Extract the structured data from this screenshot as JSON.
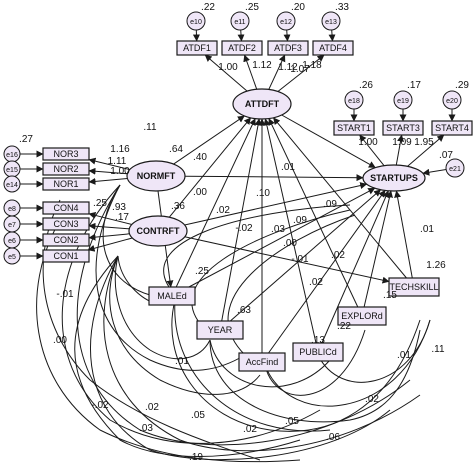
{
  "diagram": {
    "colors": {
      "node_fill": "#efe6f7",
      "stroke": "#1a1a1a",
      "text": "#111111",
      "background": "#ffffff"
    },
    "nodes": [
      {
        "id": "ATTDFT",
        "kind": "latent",
        "label": "ATTDFT"
      },
      {
        "id": "NORMFT",
        "kind": "latent",
        "label": "NORMFT"
      },
      {
        "id": "CONTRFT",
        "kind": "latent",
        "label": "CONTRFT"
      },
      {
        "id": "STARTUPS",
        "kind": "latent",
        "label": "STARTUPS"
      },
      {
        "id": "ATDF1",
        "kind": "observed",
        "label": "ATDF1"
      },
      {
        "id": "ATDF2",
        "kind": "observed",
        "label": "ATDF2"
      },
      {
        "id": "ATDF3",
        "kind": "observed",
        "label": "ATDF3"
      },
      {
        "id": "ATDF4",
        "kind": "observed",
        "label": "ATDF4"
      },
      {
        "id": "START1",
        "kind": "observed",
        "label": "START1"
      },
      {
        "id": "START3",
        "kind": "observed",
        "label": "START3"
      },
      {
        "id": "START4",
        "kind": "observed",
        "label": "START4"
      },
      {
        "id": "NOR3",
        "kind": "observed",
        "label": "NOR3"
      },
      {
        "id": "NOR2",
        "kind": "observed",
        "label": "NOR2"
      },
      {
        "id": "NOR1",
        "kind": "observed",
        "label": "NOR1"
      },
      {
        "id": "CON4",
        "kind": "observed",
        "label": "CON4"
      },
      {
        "id": "CON3",
        "kind": "observed",
        "label": "CON3"
      },
      {
        "id": "CON2",
        "kind": "observed",
        "label": "CON2"
      },
      {
        "id": "CON1",
        "kind": "observed",
        "label": "CON1"
      },
      {
        "id": "MALEd",
        "kind": "observed",
        "label": "MALEd"
      },
      {
        "id": "YEAR",
        "kind": "observed",
        "label": "YEAR"
      },
      {
        "id": "AccFind",
        "kind": "observed",
        "label": "AccFind"
      },
      {
        "id": "PUBLICd",
        "kind": "observed",
        "label": "PUBLICd"
      },
      {
        "id": "EXPLORd",
        "kind": "observed",
        "label": "EXPLORd"
      },
      {
        "id": "TECHSKILL",
        "kind": "observed",
        "label": "TECHSKILL"
      },
      {
        "id": "e10",
        "kind": "error",
        "label": "e10"
      },
      {
        "id": "e11",
        "kind": "error",
        "label": "e11"
      },
      {
        "id": "e12",
        "kind": "error",
        "label": "e12"
      },
      {
        "id": "e13",
        "kind": "error",
        "label": "e13"
      },
      {
        "id": "e18",
        "kind": "error",
        "label": "e18"
      },
      {
        "id": "e19",
        "kind": "error",
        "label": "e19"
      },
      {
        "id": "e20",
        "kind": "error",
        "label": "e20"
      },
      {
        "id": "e21",
        "kind": "error",
        "label": "e21"
      },
      {
        "id": "e16",
        "kind": "error",
        "label": "e16"
      },
      {
        "id": "e15",
        "kind": "error",
        "label": "e15"
      },
      {
        "id": "e14",
        "kind": "error",
        "label": "e14"
      },
      {
        "id": "e8",
        "kind": "error",
        "label": "e8"
      },
      {
        "id": "e7",
        "kind": "error",
        "label": "e7"
      },
      {
        "id": "e6",
        "kind": "error",
        "label": "e6"
      },
      {
        "id": "e5",
        "kind": "error",
        "label": "e5"
      }
    ],
    "paths": [
      {
        "from": "e10",
        "to": "ATDF1"
      },
      {
        "from": "e11",
        "to": "ATDF2"
      },
      {
        "from": "e12",
        "to": "ATDF3"
      },
      {
        "from": "e13",
        "to": "ATDF4"
      },
      {
        "from": "ATTDFT",
        "to": "ATDF1"
      },
      {
        "from": "ATTDFT",
        "to": "ATDF2"
      },
      {
        "from": "ATTDFT",
        "to": "ATDF3"
      },
      {
        "from": "ATTDFT",
        "to": "ATDF4"
      },
      {
        "from": "e18",
        "to": "START1"
      },
      {
        "from": "e19",
        "to": "START3"
      },
      {
        "from": "e20",
        "to": "START4"
      },
      {
        "from": "STARTUPS",
        "to": "START1"
      },
      {
        "from": "STARTUPS",
        "to": "START3"
      },
      {
        "from": "STARTUPS",
        "to": "START4"
      },
      {
        "from": "e21",
        "to": "STARTUPS"
      },
      {
        "from": "e16",
        "to": "NOR3"
      },
      {
        "from": "e15",
        "to": "NOR2"
      },
      {
        "from": "e14",
        "to": "NOR1"
      },
      {
        "from": "NORMFT",
        "to": "NOR3"
      },
      {
        "from": "NORMFT",
        "to": "NOR2"
      },
      {
        "from": "NORMFT",
        "to": "NOR1"
      },
      {
        "from": "e8",
        "to": "CON4"
      },
      {
        "from": "e7",
        "to": "CON3"
      },
      {
        "from": "e6",
        "to": "CON2"
      },
      {
        "from": "e5",
        "to": "CON1"
      },
      {
        "from": "CONTRFT",
        "to": "CON4"
      },
      {
        "from": "CONTRFT",
        "to": "CON3"
      },
      {
        "from": "CONTRFT",
        "to": "CON2"
      },
      {
        "from": "CONTRFT",
        "to": "CON1"
      },
      {
        "from": "NORMFT",
        "to": "ATTDFT"
      },
      {
        "from": "CONTRFT",
        "to": "ATTDFT"
      },
      {
        "from": "ATTDFT",
        "to": "STARTUPS"
      },
      {
        "from": "NORMFT",
        "to": "STARTUPS"
      },
      {
        "from": "CONTRFT",
        "to": "STARTUPS"
      },
      {
        "from": "MALEd",
        "to": "ATTDFT"
      },
      {
        "from": "YEAR",
        "to": "ATTDFT"
      },
      {
        "from": "AccFind",
        "to": "ATTDFT"
      },
      {
        "from": "PUBLICd",
        "to": "ATTDFT"
      },
      {
        "from": "EXPLORd",
        "to": "ATTDFT"
      },
      {
        "from": "TECHSKILL",
        "to": "ATTDFT"
      },
      {
        "from": "MALEd",
        "to": "STARTUPS"
      },
      {
        "from": "YEAR",
        "to": "STARTUPS"
      },
      {
        "from": "AccFind",
        "to": "STARTUPS"
      },
      {
        "from": "PUBLICd",
        "to": "STARTUPS"
      },
      {
        "from": "EXPLORd",
        "to": "STARTUPS"
      },
      {
        "from": "TECHSKILL",
        "to": "STARTUPS"
      },
      {
        "from": "CONTRFT",
        "to": "TECHSKILL"
      },
      {
        "from": "NORMFT",
        "to": "MALEd"
      }
    ],
    "estimates": [
      ".22",
      ".25",
      ".20",
      ".33",
      "1.00",
      "1.12",
      "1.12",
      "1.18",
      "1.07",
      ".26",
      ".17",
      ".29",
      "1.00",
      "1.09",
      "1.95",
      ".07",
      ".27",
      "1.16",
      "1.11",
      "1.00",
      ".93",
      ".25",
      ".17",
      ".64",
      ".40",
      ".11",
      ".36",
      ".00",
      ".02",
      ".09",
      ".01",
      ".10",
      "-.02",
      ".03",
      ".09",
      ".00",
      "-.01",
      ".02",
      ".02",
      ".01",
      ".25",
      ".63",
      ".13",
      ".22",
      ".15",
      "1.26",
      "-.01",
      ".00",
      "-.02",
      ".03",
      ".02",
      ".05",
      ".01",
      ".06",
      ".05",
      ".19",
      ".02",
      ".11",
      ".01",
      ".02"
    ]
  }
}
